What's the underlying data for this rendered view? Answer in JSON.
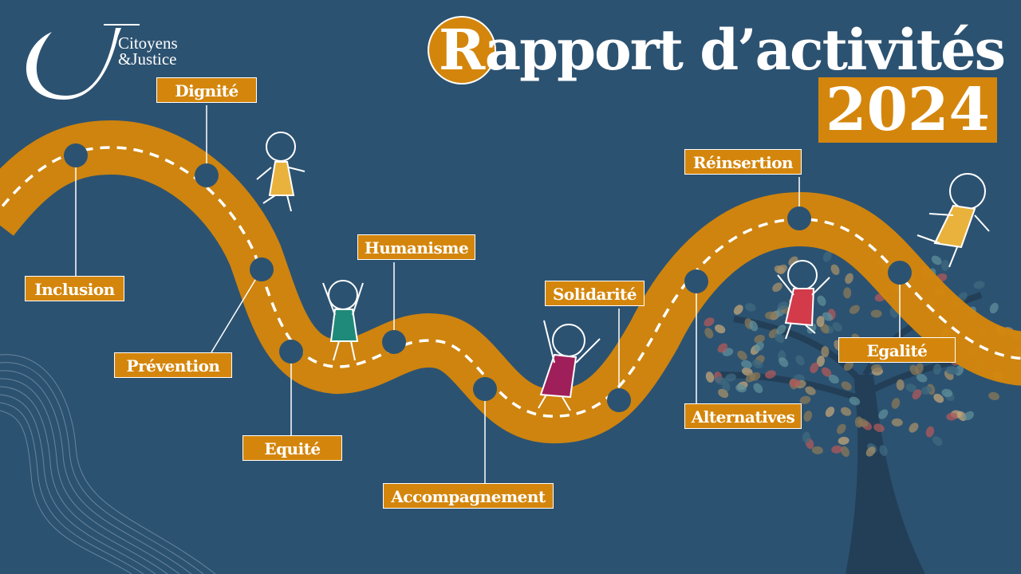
{
  "logo": {
    "line1": "Citoyens",
    "line2": "&Justice"
  },
  "title": "Rapport d’activités",
  "year": "2024",
  "colors": {
    "background": "#2c5271",
    "accent": "#d4860c",
    "text": "#ffffff"
  },
  "milestones": [
    {
      "label": "Inclusion"
    },
    {
      "label": "Dignité"
    },
    {
      "label": "Prévention"
    },
    {
      "label": "Equité"
    },
    {
      "label": "Humanisme"
    },
    {
      "label": "Accompagnement"
    },
    {
      "label": "Solidarité"
    },
    {
      "label": "Alternatives"
    },
    {
      "label": "Réinsertion"
    },
    {
      "label": "Egalité"
    }
  ]
}
